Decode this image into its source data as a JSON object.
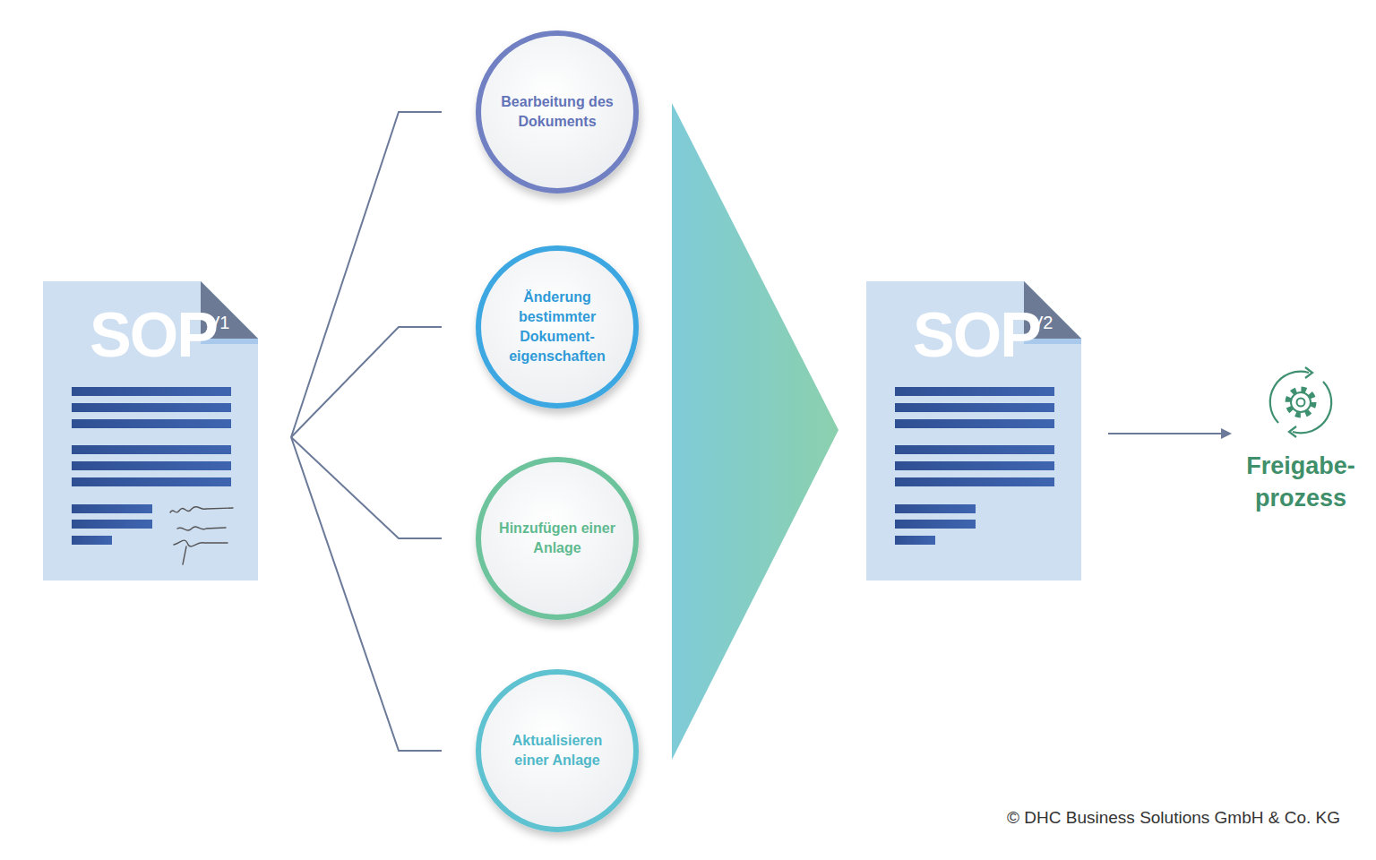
{
  "diagram": {
    "nodes": [
      {
        "text": [
          "SOP",
          "V1"
        ]
      },
      {
        "text": [
          "Bearbeitung des Dokuments"
        ]
      },
      {
        "text": [
          "Änderung bestimmter Dokument- eigenschaften"
        ]
      },
      {
        "text": [
          "Hinzufügen einer Anlage"
        ]
      },
      {
        "text": [
          "Aktualisieren einer Anlage"
        ]
      },
      {
        "text": [
          "SOP",
          "V2"
        ]
      },
      {
        "text": [
          "Freigabe- prozess"
        ]
      }
    ],
    "edges": [
      {
        "from": 0,
        "to": 1,
        "arrow": "none"
      },
      {
        "from": 0,
        "to": 2,
        "arrow": "none"
      },
      {
        "from": 0,
        "to": 3,
        "arrow": "none"
      },
      {
        "from": 0,
        "to": 4,
        "arrow": "none"
      },
      {
        "from": 5,
        "to": 6,
        "arrow": "to"
      }
    ],
    "labels": [
      "© DHC Business Solutions GmbH & Co. KG"
    ]
  }
}
